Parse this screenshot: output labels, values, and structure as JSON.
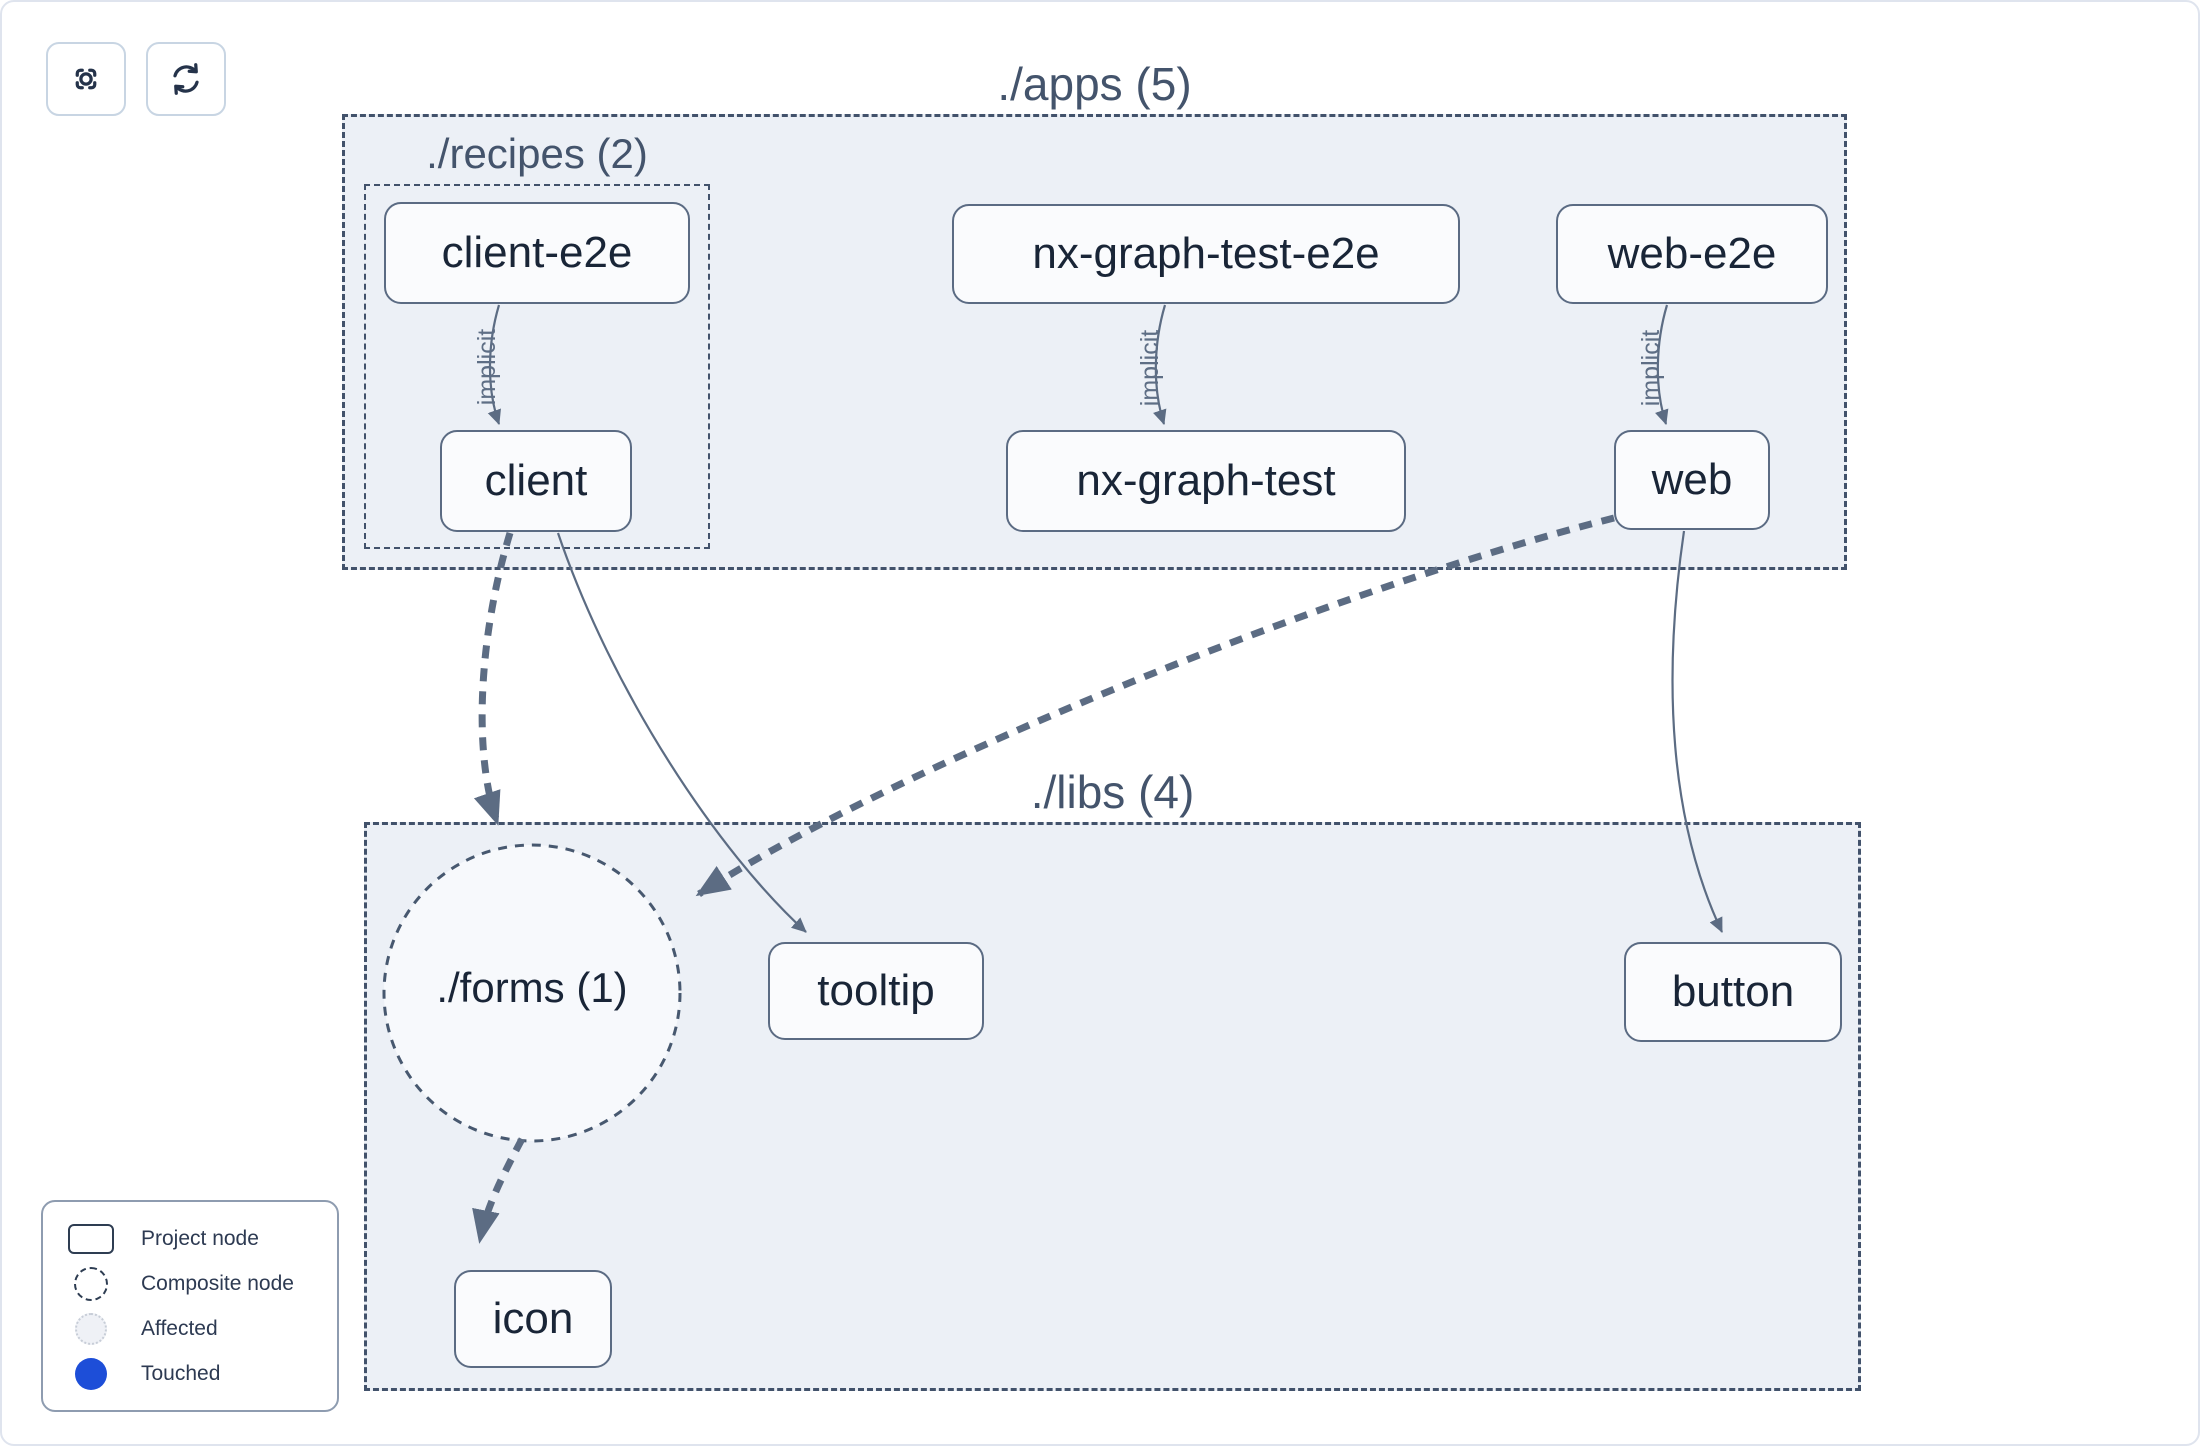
{
  "toolbar": {
    "buttons": [
      {
        "name": "focus",
        "icon": "focus-viewfinder-icon"
      },
      {
        "name": "refresh",
        "icon": "refresh-cycle-icon"
      }
    ]
  },
  "graph": {
    "groups": {
      "apps": {
        "label": "./apps (5)"
      },
      "recipes": {
        "label": "./recipes (2)"
      },
      "libs": {
        "label": "./libs (4)"
      }
    },
    "composite_nodes": {
      "forms": {
        "label": "./forms (1)"
      }
    },
    "nodes": {
      "client_e2e": {
        "label": "client-e2e"
      },
      "client": {
        "label": "client"
      },
      "nx_graph_test_e2e": {
        "label": "nx-graph-test-e2e"
      },
      "nx_graph_test": {
        "label": "nx-graph-test"
      },
      "web_e2e": {
        "label": "web-e2e"
      },
      "web": {
        "label": "web"
      },
      "tooltip": {
        "label": "tooltip"
      },
      "button": {
        "label": "button"
      },
      "icon": {
        "label": "icon"
      }
    },
    "edges": {
      "client_e2e_to_client": {
        "from": "client-e2e",
        "to": "client",
        "label": "implicit",
        "style": "thin"
      },
      "nx_e2e_to_nx": {
        "from": "nx-graph-test-e2e",
        "to": "nx-graph-test",
        "label": "implicit",
        "style": "thin"
      },
      "web_e2e_to_web": {
        "from": "web-e2e",
        "to": "web",
        "label": "implicit",
        "style": "thin"
      },
      "client_to_forms": {
        "from": "client",
        "to": "./forms",
        "style": "thick-dashed"
      },
      "client_to_tooltip": {
        "from": "client",
        "to": "tooltip",
        "style": "thin"
      },
      "web_to_forms": {
        "from": "web",
        "to": "./forms",
        "style": "thick-dashed"
      },
      "web_to_button": {
        "from": "web",
        "to": "button",
        "style": "thin"
      },
      "forms_to_icon": {
        "from": "./forms",
        "to": "icon",
        "style": "thick-dashed"
      }
    }
  },
  "legend": {
    "items": [
      {
        "label": "Project node",
        "swatch": "project-node"
      },
      {
        "label": "Composite node",
        "swatch": "composite-node"
      },
      {
        "label": "Affected",
        "swatch": "affected"
      },
      {
        "label": "Touched",
        "swatch": "touched"
      }
    ]
  },
  "colors": {
    "container_fill": "#ecf0f6",
    "container_border": "#42526b",
    "node_fill": "#fafbfd",
    "node_border": "#5b6b83",
    "node_text": "#192537",
    "edge": "#5c6c83",
    "edge_label": "#5e6e85",
    "touched_blue": "#1d4ed8",
    "affected_fill": "#eff1f6"
  }
}
